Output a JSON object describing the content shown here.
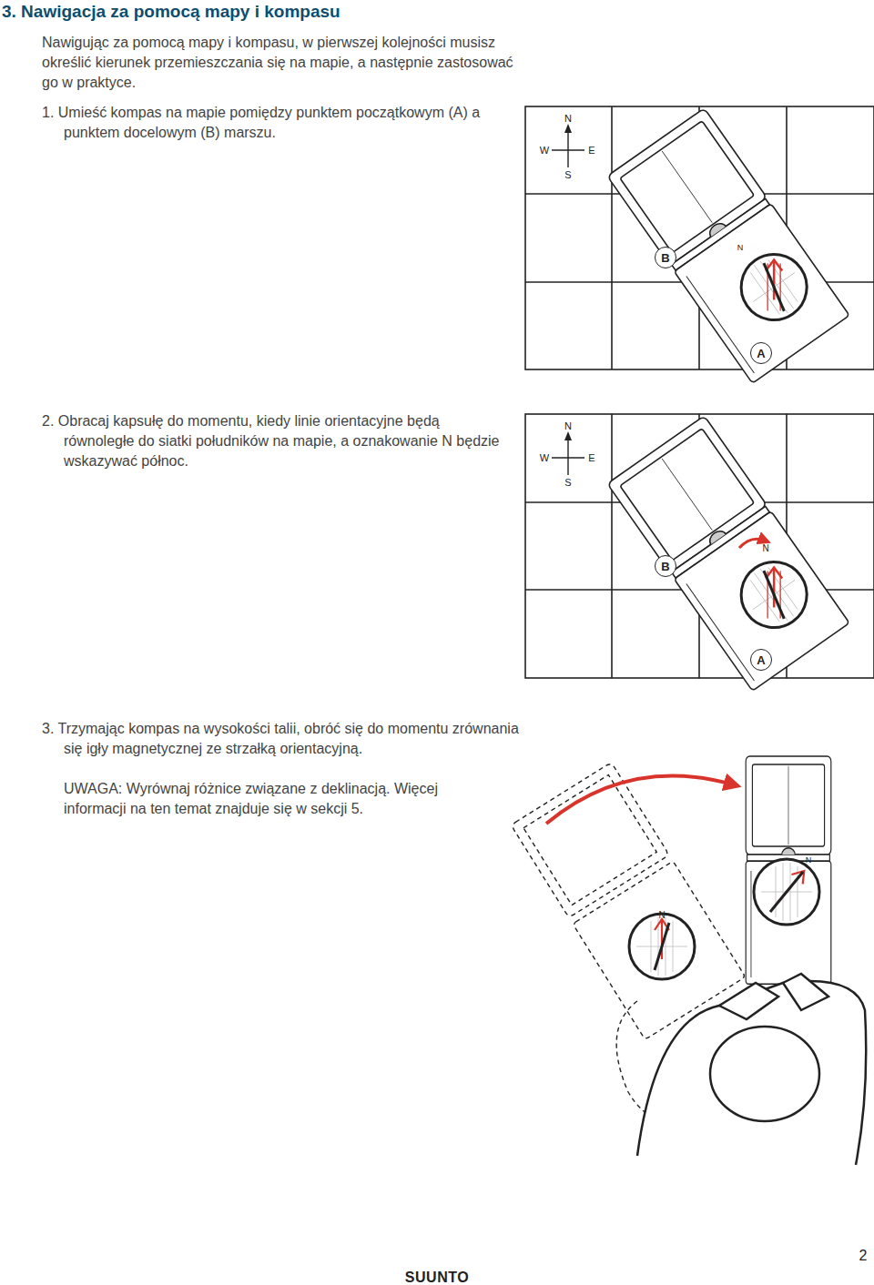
{
  "diagram": {
    "title": "3. Nawigacja za pomocą mapy i kompasu",
    "nodes": [
      {
        "text": [
          "B"
        ]
      },
      {
        "text": [
          "A"
        ]
      },
      {
        "text": [
          "B"
        ]
      },
      {
        "text": [
          "A"
        ]
      }
    ],
    "labels": [
      "Nawigując za pomocą mapy i kompasu, w pierwszej kolejności musisz określić kierunek przemieszczania się na mapie, a następnie zastosować go w praktyce.",
      "1. Umieść kompas na mapie pomiędzy punktem początkowym (A) a punktem docelowym (B) marszu.",
      "2. Obracaj kapsułę do momentu, kiedy linie orientacyjne będą równoległe do siatki południków na mapie, a oznakowanie N będzie wskazywać północ.",
      "3. Trzymając kompas na wysokości talii, obróć się do momentu zrównania się igły magnetycznej ze strzałką orientacyjną.",
      "UWAGA: Wyrównaj różnice związane z deklinacją. Więcej informacji na ten temat znajduje się w sekcji 5.",
      "N",
      "W",
      "E",
      "S",
      "N",
      "N",
      "W",
      "E",
      "S",
      "N",
      "N",
      "N",
      "2",
      "SUUNTO"
    ]
  }
}
